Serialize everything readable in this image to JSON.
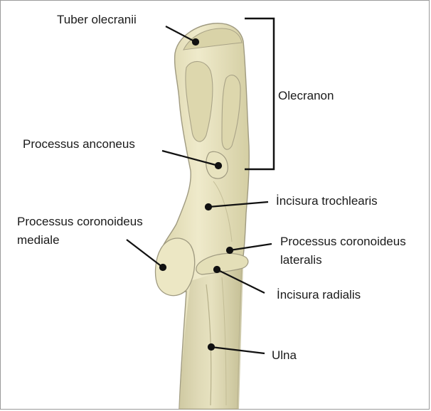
{
  "labels": {
    "tuber_olecranii": "Tuber olecranii",
    "olecranon": "Olecranon",
    "processus_anconeus": "Processus anconeus",
    "incisura_trochlearis": "İncisura trochlearis",
    "processus_coronoideus_mediale_line1": "Processus coronoideus",
    "processus_coronoideus_mediale_line2": "mediale",
    "processus_coronoideus_lateralis_line1": "Processus coronoideus",
    "processus_coronoideus_lateralis_line2": "lateralis",
    "incisura_radialis": "İncisura radialis",
    "ulna": "Ulna"
  },
  "colors": {
    "bone_fill": "#ede8c4",
    "bone_shade": "#c9c39a",
    "bone_outline": "#9f9a80",
    "leader_line": "#111111"
  }
}
